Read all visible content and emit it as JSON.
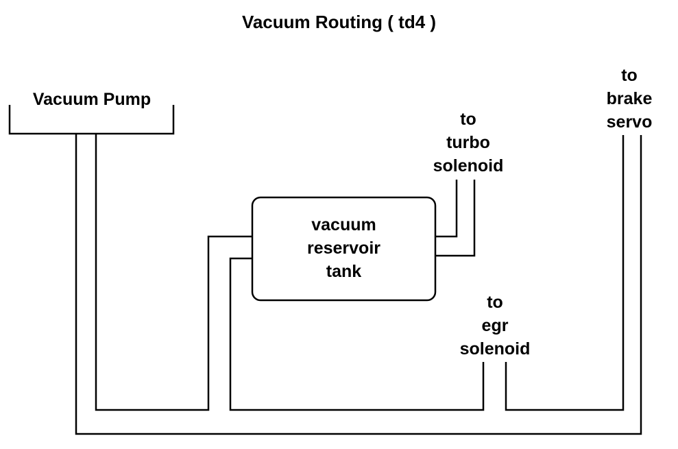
{
  "diagram": {
    "title": "Vacuum Routing ( td4 )",
    "pump_label": "Vacuum Pump",
    "tank_label": [
      "vacuum",
      "reservoir",
      "tank"
    ],
    "turbo_label": [
      "to",
      "turbo",
      "solenoid"
    ],
    "brake_label": [
      "to",
      "brake",
      "servo"
    ],
    "egr_label": [
      "to",
      "egr",
      "solenoid"
    ]
  }
}
